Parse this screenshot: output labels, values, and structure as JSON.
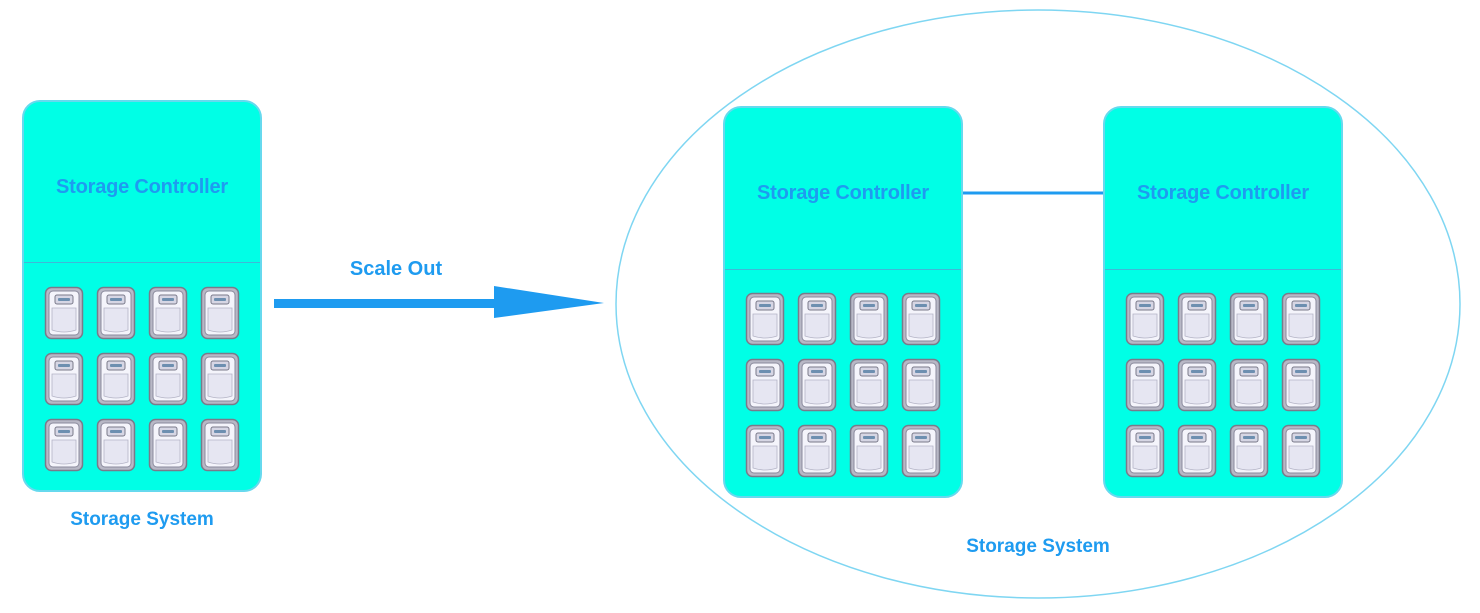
{
  "left_system": {
    "controller_label": "Storage Controller",
    "system_label": "Storage System",
    "disk_count": 12
  },
  "transition": {
    "label": "Scale Out"
  },
  "right_system": {
    "controllers": [
      {
        "controller_label": "Storage Controller",
        "disk_count": 12
      },
      {
        "controller_label": "Storage Controller",
        "disk_count": 12
      }
    ],
    "system_label": "Storage System"
  },
  "colors": {
    "unit_fill": "#00ffe6",
    "label_blue": "#1e9bf0",
    "outline": "#66d9ee",
    "arrow": "#1e9bf0"
  },
  "icons": {
    "disk": "hard-drive-icon",
    "arrow": "right-arrow-icon"
  }
}
